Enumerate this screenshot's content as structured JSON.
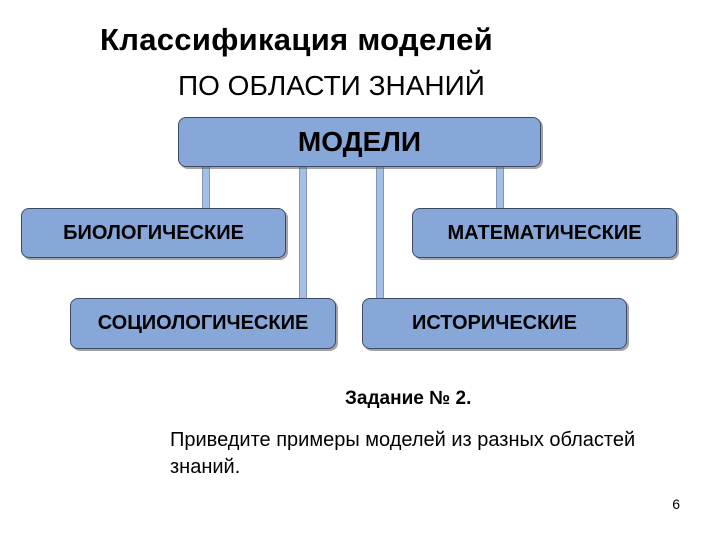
{
  "title": "Классификация моделей",
  "subtitle": "ПО ОБЛАСТИ ЗНАНИЙ",
  "diagram": {
    "root": "МОДЕЛИ",
    "nodes": {
      "biological": "БИОЛОГИЧЕСКИЕ",
      "mathematical": "МАТЕМАТИЧЕСКИЕ",
      "sociological": "СОЦИОЛОГИЧЕСКИЕ",
      "historical": "ИСТОРИЧЕСКИЕ"
    },
    "fill_color": "#86a7d8",
    "connector_color": "#a4bfe6"
  },
  "task": {
    "title": "Задание № 2.",
    "text": "Приведите примеры моделей из разных областей знаний."
  },
  "page_number": "6"
}
